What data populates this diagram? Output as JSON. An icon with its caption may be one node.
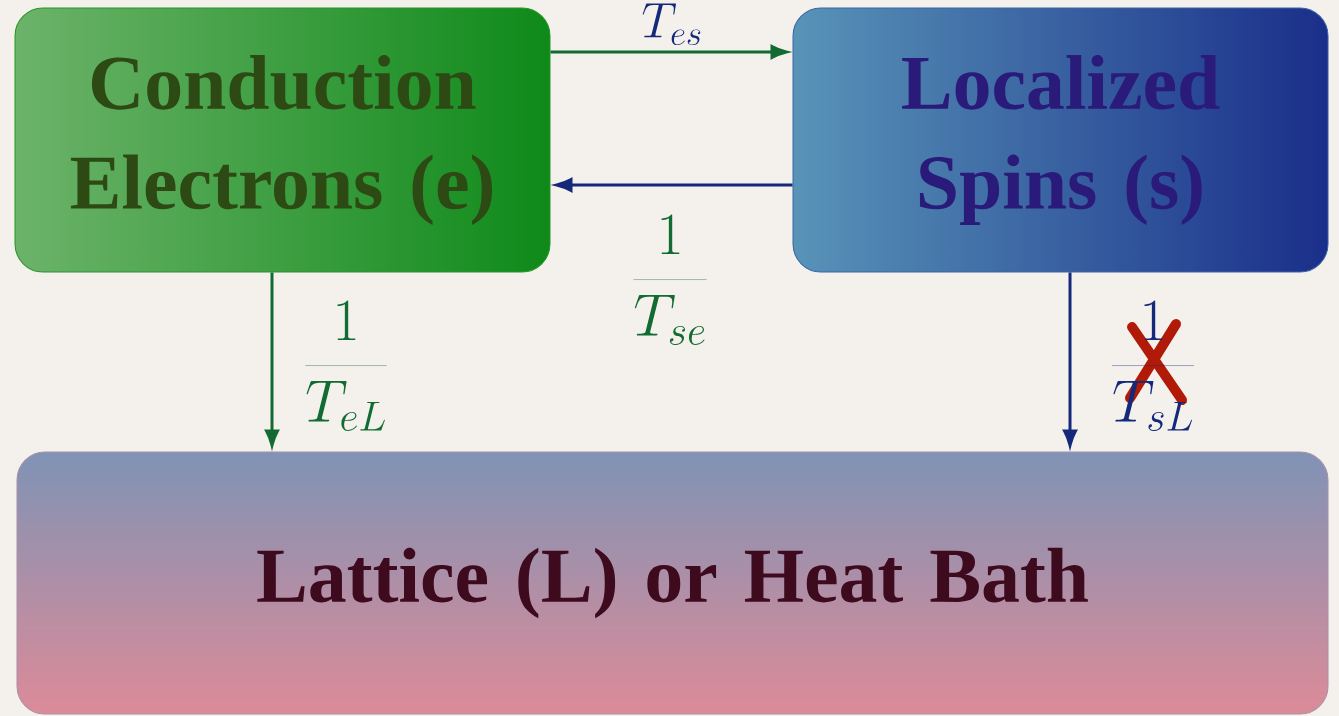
{
  "diagram": {
    "nodes": [
      {
        "text": [
          "Conduction Electrons (e)"
        ]
      },
      {
        "text": [
          "Localized Spins (s)"
        ]
      },
      {
        "text": [
          "Lattice (L) or Heat Bath"
        ]
      }
    ],
    "edges": [
      {
        "from": 0,
        "to": 1,
        "arrow": "to",
        "label": "T_{es}",
        "color": "#126b32"
      },
      {
        "from": 1,
        "to": 0,
        "arrow": "to",
        "label": "\\frac{1}{T_{se}}",
        "color": "#15297a"
      },
      {
        "from": 0,
        "to": 2,
        "arrow": "to",
        "label": "\\frac{1}{T_{eL}}",
        "color": "#126b32"
      },
      {
        "from": 1,
        "to": 2,
        "arrow": "to",
        "label": "\\frac{1}{T_{sL}}",
        "color": "#15297a"
      }
    ]
  }
}
